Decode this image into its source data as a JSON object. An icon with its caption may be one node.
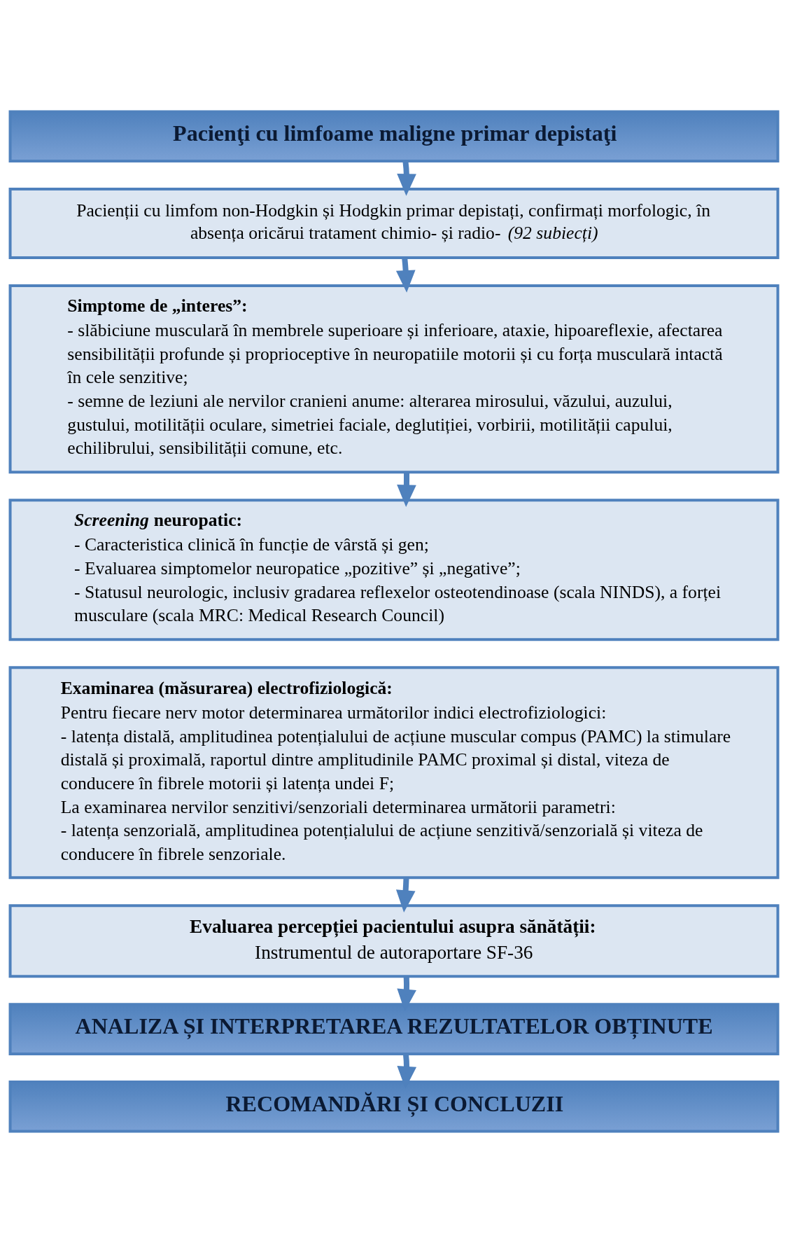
{
  "diagram": {
    "nodes": [
      {
        "text": [
          "Pacienţi cu limfoame maligne primar depistaţi"
        ]
      },
      {
        "text": [
          "Pacienții cu limfom non-Hodgkin și Hodgkin primar depistați, confirmați morfologic, în absența oricărui tratament chimio- și radio- *(92 subiecți)*"
        ]
      },
      {
        "text": [
          "Simptome de „interes”:",
          "- slăbiciune musculară în membrele superioare și inferioare, ataxie, hipoareflexie, afectarea sensibilității profunde și proprioceptive în neuropatiile motorii și cu forța musculară intactă în cele senzitive;",
          "- semne de leziuni ale nervilor cranieni anume: alterarea mirosului, văzului, auzului, gustului, motilității oculare, simetriei faciale, deglutiției, vorbirii, motilității capului, echilibrului, sensibilității comune, etc."
        ]
      },
      {
        "text": [
          "*Screening* neuropatic:",
          "- Caracteristica clinică în funcție de vârstă și gen;",
          "- Evaluarea simptomelor neuropatice „pozitive” și „negative”;",
          "- Statusul neurologic, inclusiv gradarea reflexelor osteotendinoase (scala NINDS), a forței musculare (scala MRC: Medical Research Council)"
        ]
      },
      {
        "text": [
          "Examinarea (măsurarea) electrofiziologică:",
          "Pentru fiecare nerv motor determinarea următorilor indici electrofiziologici:",
          "- latența distală, amplitudinea potențialului de acțiune muscular compus (PAMC) la stimulare distală și proximală, raportul dintre amplitudinile PAMC proximal și distal, viteza de conducere în fibrele motorii și latența undei F;",
          "La examinarea nervilor senzitivi/senzoriali determinarea următorii parametri:",
          "- latența senzorială, amplitudinea potențialului de acțiune senzitivă/senzorială și viteza de conducere în fibrele senzoriale."
        ]
      },
      {
        "text": [
          "Evaluarea percepției pacientului asupra sănătății:",
          "Instrumentul de autoraportare SF-36"
        ]
      },
      {
        "text": [
          "ANALIZA ȘI INTERPRETAREA REZULTATELOR OBȚINUTE"
        ]
      },
      {
        "text": [
          "RECOMANDĂRI ȘI CONCLUZII"
        ]
      }
    ],
    "edges": [
      {
        "from": 0,
        "to": 1,
        "arrow": "to"
      },
      {
        "from": 1,
        "to": 2,
        "arrow": "to"
      },
      {
        "from": 2,
        "to": 3,
        "arrow": "to"
      },
      {
        "from": 4,
        "to": 5,
        "arrow": "to"
      },
      {
        "from": 5,
        "to": 6,
        "arrow": "to"
      },
      {
        "from": 6,
        "to": 7,
        "arrow": "to"
      }
    ]
  }
}
